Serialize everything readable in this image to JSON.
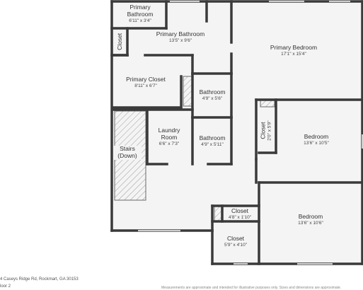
{
  "rooms": {
    "primary_bathroom_small": {
      "name_line1": "Primary",
      "name_line2": "Bathroom",
      "dims": "6'11\" x 3'4\""
    },
    "closet_left": {
      "name": "Closet"
    },
    "primary_bathroom": {
      "name": "Primary Bathroom",
      "dims": "13'5\" x 9'6\""
    },
    "primary_bedroom": {
      "name": "Primary Bedroom",
      "dims": "17'1\" x 15'4\""
    },
    "primary_closet": {
      "name": "Primary Closet",
      "dims": "8'11\" x 6'7\""
    },
    "bathroom_upper": {
      "name": "Bathroom",
      "dims": "4'9\" x 5'6\""
    },
    "closet_right": {
      "name": "Closet",
      "dims": "2'0\" x 5'9\""
    },
    "bedroom_upper": {
      "name": "Bedroom",
      "dims": "13'6\" x 10'5\""
    },
    "laundry": {
      "name_line1": "Laundry",
      "name_line2": "Room",
      "dims": "6'6\" x 7'3\""
    },
    "bathroom_lower": {
      "name": "Bathroom",
      "dims": "4'9\" x 5'11\""
    },
    "stairs": {
      "name_line1": "Stairs",
      "name_line2": "(Down)"
    },
    "closet_small": {
      "name": "Closet",
      "dims": "4'8\" x 1'10\""
    },
    "closet_bottom": {
      "name": "Closet",
      "dims": "5'9\" x 4'10\""
    },
    "bedroom_lower": {
      "name": "Bedroom",
      "dims": "13'6\" x 10'6\""
    }
  },
  "footer": {
    "address": "4 Caseys Ridge Rd, Rockmart, GA 30153",
    "floor": "loor 2",
    "disclaimer": "Measurements are approximate and intended for illustrative purposes only. Sizes and dimensions are approximate."
  },
  "colors": {
    "wall": "#3a3a3a",
    "floor": "#f4f4f4",
    "window": "#d8d8d8"
  }
}
